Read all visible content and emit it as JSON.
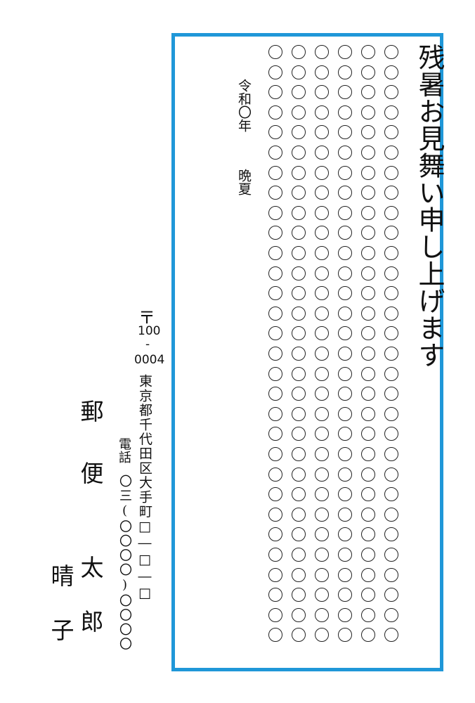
{
  "card": {
    "frame_color": "#1f97d8",
    "greeting": "残暑お見舞い申し上げます",
    "body_placeholder": {
      "columns": 6,
      "rows": 30,
      "symbol": "○"
    },
    "date": {
      "era": "令和〇年",
      "season": "晩夏"
    }
  },
  "sender": {
    "postal_mark": "〒",
    "postal_code_1": "100",
    "postal_code_sep": "-",
    "postal_code_2": "0004",
    "address": "東京都千代田区大手町□―□―□",
    "phone_label": "電話",
    "phone_value": "〇三(〇〇〇〇)〇〇〇〇",
    "surname": "郵便",
    "given_names": [
      "太郎",
      "晴子"
    ]
  }
}
